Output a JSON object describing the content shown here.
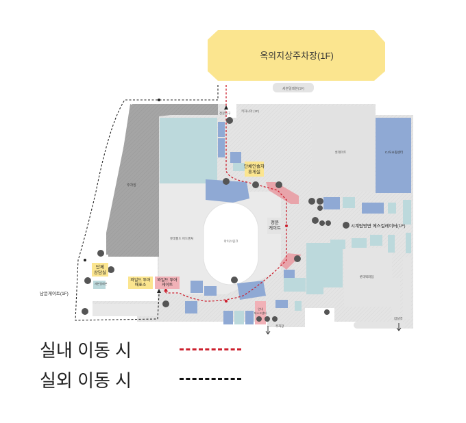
{
  "map": {
    "parking_outdoor": "옥외지상주차장(1F)",
    "south_gate": "남문게이트(1F)",
    "group_lounge": "단체인솔자\n휴게실",
    "group_office": "단체\n상담실",
    "main_gate": "정문\n게이트",
    "ticket_office": "와일드 투어\n매표소",
    "tour_gate": "와일드 투어\n게이트",
    "escalator": "시계탑방면 에스컬레이터(1F)",
    "parking_lot": "주차장",
    "small_labels": {
      "top_bar": "세븐일레븐(1F)",
      "entrance": "정문입구",
      "building_top": "키자니아 (1F)",
      "building_right": "롯데마트",
      "building_far_right": "CJ오쇼핑센터",
      "building_left": "주차장",
      "building_center": "롯데월드 어드벤처",
      "ice_rink": "아이스링크",
      "info_left": "세븐일레븐",
      "building_bottom_right": "롯데백화점",
      "exit_right": "잠실역",
      "info_center": "안내\n데스크센터"
    }
  },
  "legend": {
    "items": [
      {
        "label": "실내 이동 시",
        "color": "#cc1f2d"
      },
      {
        "label": "실외 이동 시",
        "color": "#111111"
      }
    ]
  },
  "colors": {
    "parking": "#fbe58f",
    "building": "#e4e4e4",
    "dark_building": "#a9a9a9",
    "teal": "#bcd9dc",
    "blue": "#8fa9d4",
    "label_yellow": "#fbe58f",
    "label_pink": "#f1b1b7",
    "pink_corridor": "#e8a4aa"
  }
}
